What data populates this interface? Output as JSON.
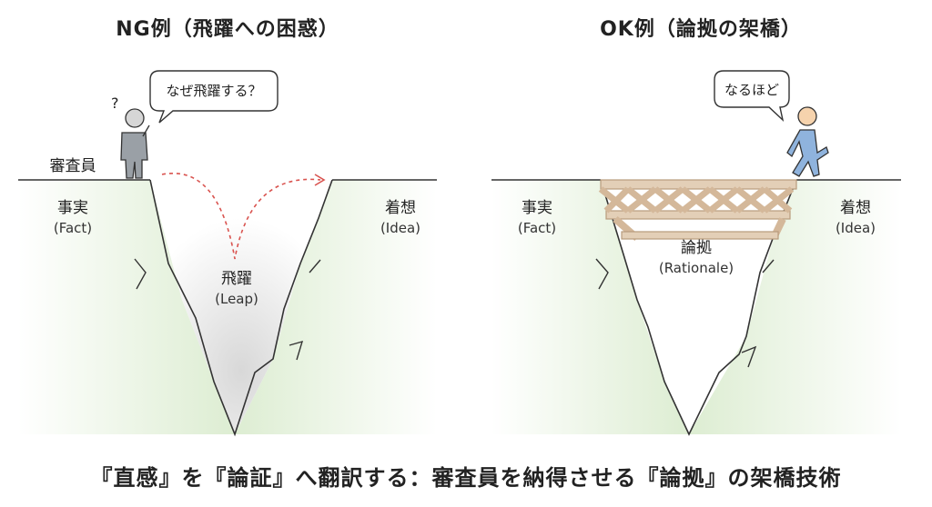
{
  "left_panel": {
    "title": "NG例（飛躍への困惑）",
    "speech": "なぜ飛躍する？",
    "question_mark": "?",
    "reviewer_label": "審査員",
    "fact_jp": "事実",
    "fact_en": "(Fact)",
    "idea_jp": "着想",
    "idea_en": "(Idea)",
    "gap_jp": "飛躍",
    "gap_en": "(Leap)"
  },
  "right_panel": {
    "title": "OK例（論拠の架橋）",
    "speech": "なるほど",
    "fact_jp": "事実",
    "fact_en": "(Fact)",
    "idea_jp": "着想",
    "idea_en": "(Idea)",
    "bridge_jp": "論拠",
    "bridge_en": "(Rationale)"
  },
  "caption": "『直感』を『論証』へ翻訳する：審査員を納得させる『論拠』の架橋技術",
  "colors": {
    "ground_green": "#dfeed4",
    "chasm_gray": "#e6e6e6",
    "bridge_wood": "#e3cfb7",
    "bridge_stroke": "#b89b7c",
    "leap_arrow": "#d9534f",
    "person_gray": "#9aa0a6",
    "person_blue": "#8fb3dd"
  }
}
